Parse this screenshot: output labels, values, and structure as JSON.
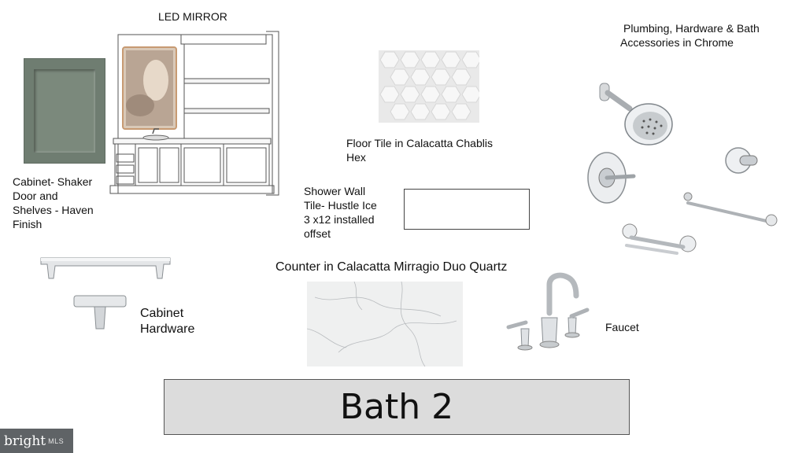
{
  "labels": {
    "led_mirror": "LED MIRROR",
    "plumbing_line1": "Plumbing, Hardware & Bath",
    "plumbing_line2": "Accessories in Chrome",
    "floor_tile_line1": "Floor Tile in Calacatta Chablis",
    "floor_tile_line2": "Hex",
    "cabinet_line1": "Cabinet- Shaker",
    "cabinet_line2": "Door and",
    "cabinet_line3": "Shelves - Haven",
    "cabinet_line4": "Finish",
    "shower_line1": "Shower Wall",
    "shower_line2": "Tile- Hustle Ice",
    "shower_line3": "3 x12 installed",
    "shower_line4": "offset",
    "counter": "Counter in Calacatta Mirragio Duo Quartz",
    "hardware_line1": "Cabinet",
    "hardware_line2": "Hardware",
    "faucet": "Faucet"
  },
  "title": "Bath 2",
  "watermark": {
    "main": "bright",
    "sub": "MLS"
  },
  "colors": {
    "cabinet_finish": "#6f7d71",
    "title_box_fill": "#dcdcdc",
    "chrome": "#c9cdd1"
  },
  "icons": [
    "led-mirror-vanity-drawing",
    "cabinet-door-swatch",
    "hex-tile-swatch",
    "shower-head-icon",
    "valve-trim-icon",
    "robe-hook-icon",
    "towel-bar-icon",
    "toilet-paper-holder-icon",
    "cabinet-pull-icon",
    "cabinet-knob-icon",
    "quartz-swatch",
    "faucet-icon"
  ]
}
